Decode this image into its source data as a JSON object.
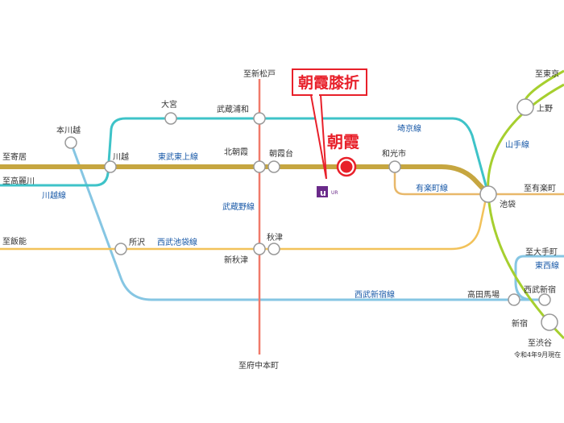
{
  "callout": {
    "text": "朝霞膝折"
  },
  "target": {
    "name": "朝霞"
  },
  "ur_label": "UR",
  "note": "令和4年9月現在",
  "colors": {
    "tobu_tojo": "#c6a640",
    "saikyo": "#3ec3c8",
    "musashino": "#f07a6a",
    "seibu_ikebukuro": "#f2c25a",
    "seibu_shinjuku": "#86c6e3",
    "yurakucho": "#e8b86a",
    "yamanote": "#a6cf2f",
    "tozai": "#3ec3c8",
    "marunouchi": "#86c6e3",
    "accent_red": "#e8202a"
  },
  "stations": {
    "omiya": "大宮",
    "musashi_urawa": "武蔵浦和",
    "hon_kawagoe": "本川越",
    "kawagoe": "川越",
    "kita_asaka": "北朝霞",
    "asakadai": "朝霞台",
    "wakoshi": "和光市",
    "ikebukuro": "池袋",
    "ueno": "上野",
    "tokorozawa": "所沢",
    "akitsu": "秋津",
    "shin_akitsu": "新秋津",
    "takadanobaba": "高田馬場",
    "seibu_shinjuku": "西武新宿",
    "shinjuku": "新宿"
  },
  "directions": {
    "shin_matsudo": "至新松戸",
    "tokyo": "至東京",
    "yorii": "至寄居",
    "komagawa": "至高麗川",
    "yurakucho": "至有楽町",
    "hanno": "至飯能",
    "otemachi": "至大手町",
    "shibuya": "至渋谷",
    "fuchu_hommachi": "至府中本町"
  },
  "lines": {
    "saikyo": "埼京線",
    "tobu_tojo": "東武東上線",
    "yamanote": "山手線",
    "kawagoe": "川越線",
    "musashino": "武蔵野線",
    "yurakucho": "有楽町線",
    "seibu_ikebukuro": "西武池袋線",
    "seibu_shinjuku": "西武新宿線",
    "tozai": "東西線"
  }
}
